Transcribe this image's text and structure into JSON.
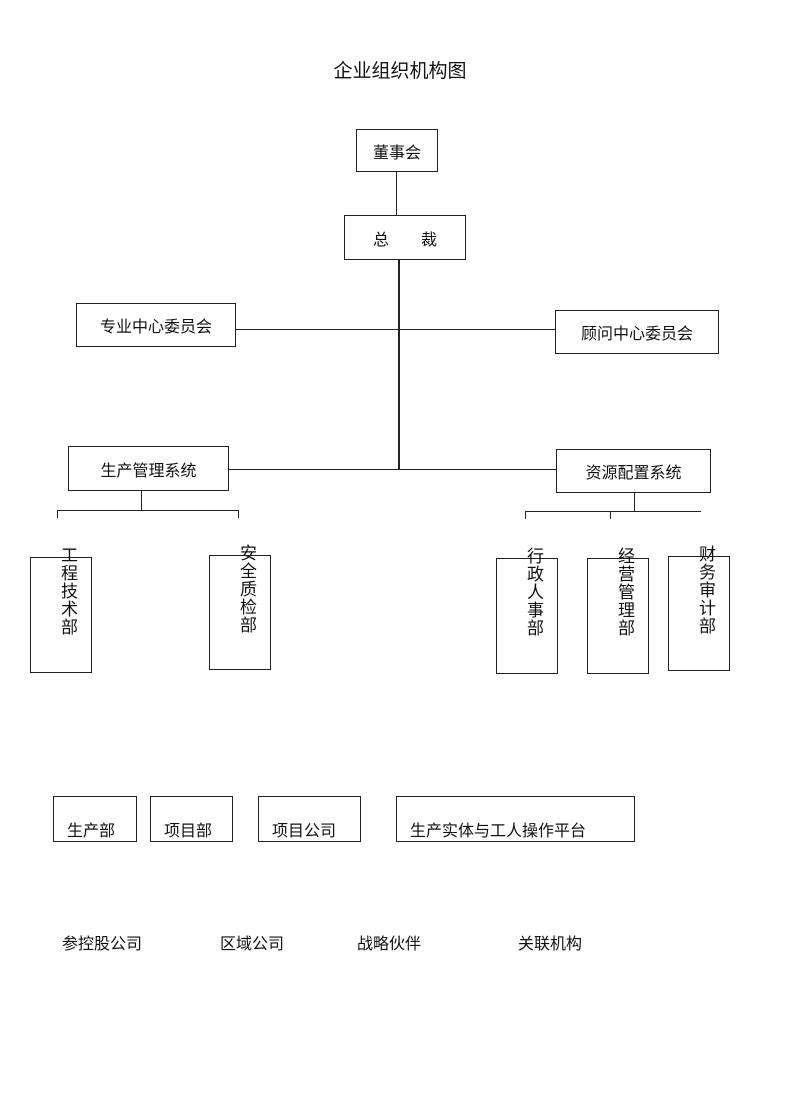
{
  "title": "企业组织机构图",
  "nodes": {
    "board": "董事会",
    "president": "总　　裁",
    "pro_committee": "专业中心委员会",
    "advisor_committee": "顾问中心委员会",
    "production_system": "生产管理系统",
    "resource_system": "资源配置系统"
  },
  "departments": {
    "engineering": "工程技术部",
    "safety_quality": "安全质检部",
    "admin_hr": "行政人事部",
    "operations": "经营管理部",
    "finance_audit": "财务审计部"
  },
  "bottom_row": [
    "生产部",
    "项目部",
    "项目公司",
    "生产实体与工人操作平台"
  ],
  "affiliates": [
    "参控股公司",
    "区域公司",
    "战略伙伴",
    "关联机构"
  ]
}
